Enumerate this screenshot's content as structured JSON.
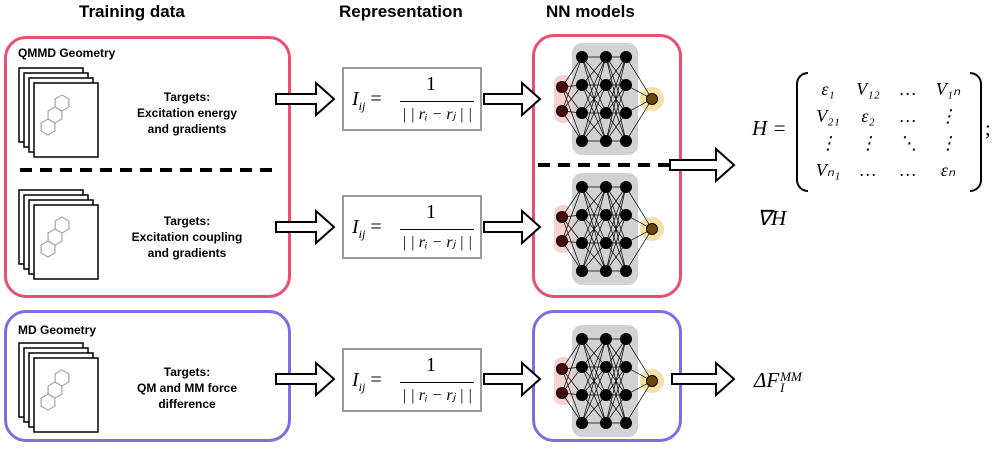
{
  "headers": {
    "training": "Training data",
    "representation": "Representation",
    "models": "NN models"
  },
  "qmmd": {
    "title": "QMMD Geometry",
    "targets1": [
      "Targets:",
      "Excitation energy",
      "and gradients"
    ],
    "targets2": [
      "Targets:",
      "Excitation coupling",
      "and gradients"
    ]
  },
  "md": {
    "title": "MD Geometry",
    "targets": [
      "Targets:",
      "QM and MM force",
      "difference"
    ]
  },
  "representation": {
    "lhs": "I",
    "lhs_sub": "ij",
    "numerator": "1",
    "denominator": "| | rᵢ − rⱼ | |"
  },
  "outputs": {
    "hamiltonian_lhs": "H =",
    "matrix": [
      [
        "ε₁",
        "V₁₂",
        "…",
        "V₁ₙ"
      ],
      [
        "V₂₁",
        "ε₂",
        "…",
        "⋮"
      ],
      [
        "⋮",
        "⋮",
        "⋱",
        "⋮"
      ],
      [
        "Vₙ₁",
        "…",
        "…",
        "εₙ"
      ]
    ],
    "hamiltonian_tail": ";",
    "gradient": "∇H",
    "force": "ΔF",
    "force_sup": "MM",
    "force_sub": "I"
  },
  "colors": {
    "qmmd_border": "#e8506f",
    "md_border": "#7b6fe0",
    "input_layer": "#f6d3d0",
    "hidden_layers": "#d2d2d2",
    "output_node": "#f4dfa4",
    "input_node": "#4a0d0d",
    "output_node_core": "#6a4a0a"
  }
}
